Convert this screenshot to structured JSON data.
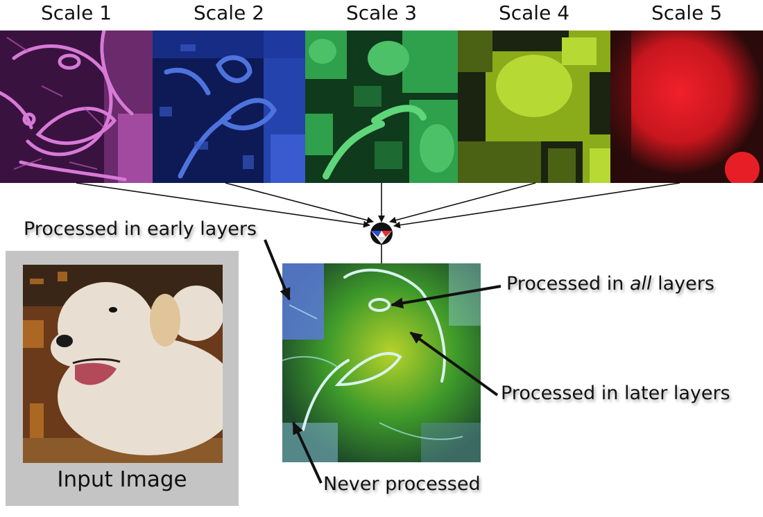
{
  "scales": [
    {
      "label": "Scale 1",
      "color": "#9b3a9a"
    },
    {
      "label": "Scale 2",
      "color": "#2e4fc6"
    },
    {
      "label": "Scale 3",
      "color": "#2f9a48"
    },
    {
      "label": "Scale 4",
      "color": "#a4cc1f"
    },
    {
      "label": "Scale 5",
      "color": "#d81c24"
    }
  ],
  "input": {
    "caption": "Input Image"
  },
  "callouts": {
    "early": "Processed in early layers",
    "all_prefix": "Processed in ",
    "all_em": "all",
    "all_suffix": " layers",
    "later": "Processed in later layers",
    "never": "Never processed"
  }
}
